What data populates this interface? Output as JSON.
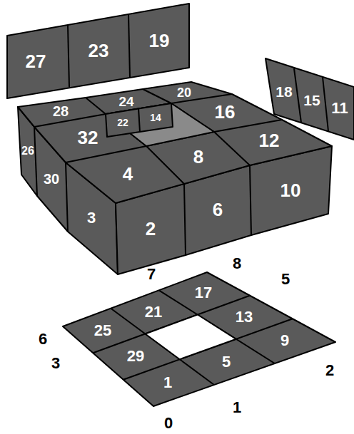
{
  "diagram": {
    "labels": [
      "27",
      "23",
      "19",
      "18",
      "15",
      "11",
      "28",
      "24",
      "20",
      "22",
      "14",
      "16",
      "32",
      "26",
      "30",
      "4",
      "8",
      "12",
      "3",
      "2",
      "6",
      "10",
      "7",
      "8",
      "5",
      "25",
      "21",
      "17",
      "6",
      "3",
      "29",
      "13",
      "9",
      "1",
      "5",
      "2",
      "0",
      "1"
    ]
  }
}
